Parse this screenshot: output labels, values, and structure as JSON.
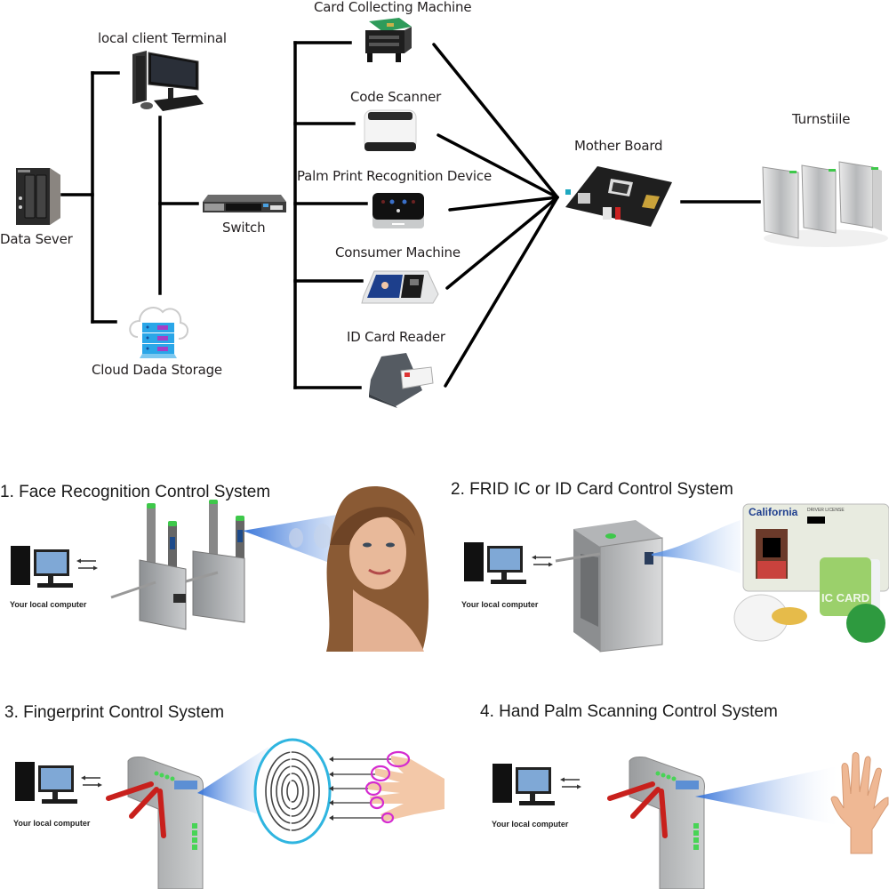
{
  "topology": {
    "nodes": {
      "data_server": "Data Sever",
      "local_client_terminal": "local client Terminal",
      "cloud_storage": "Cloud Dada Storage",
      "switch": "Switch",
      "card_collecting_machine": "Card Collecting Machine",
      "code_scanner": "Code Scanner",
      "palm_print_device": "Palm Print Recognition Device",
      "consumer_machine": "Consumer Machine",
      "id_card_reader": "ID Card Reader",
      "mother_board": "Mother Board",
      "turnstile": "Turnstiile"
    },
    "connections": [
      [
        "Data Sever",
        "local client Terminal"
      ],
      [
        "Data Sever",
        "Cloud Dada Storage"
      ],
      [
        "local client Terminal",
        "Switch"
      ],
      [
        "Cloud Dada Storage",
        "Switch"
      ],
      [
        "Switch",
        "Card Collecting Machine"
      ],
      [
        "Switch",
        "Code Scanner"
      ],
      [
        "Switch",
        "Palm Print Recognition Device"
      ],
      [
        "Switch",
        "Consumer Machine"
      ],
      [
        "Switch",
        "ID Card Reader"
      ],
      [
        "Card Collecting Machine",
        "Mother Board"
      ],
      [
        "Code Scanner",
        "Mother Board"
      ],
      [
        "Palm Print Recognition Device",
        "Mother Board"
      ],
      [
        "Consumer Machine",
        "Mother Board"
      ],
      [
        "ID Card Reader",
        "Mother Board"
      ],
      [
        "Mother Board",
        "Turnstiile"
      ]
    ]
  },
  "systems": [
    {
      "title": "1. Face Recognition Control System",
      "computer_caption": "Your local computer",
      "subject": "face",
      "gate": "tripod-turnstile-with-face-terminals"
    },
    {
      "title": "2. FRID IC or ID Card Control System",
      "computer_caption": "Your local computer",
      "subject": "cards",
      "card_text": "California",
      "card_sub": "DRIVER LICENSE",
      "ic_label": "IC CARD",
      "gate": "tripod-turnstile"
    },
    {
      "title": "3. Fingerprint Control System",
      "computer_caption": "Your local computer",
      "subject": "fingerprint",
      "gate": "tripod-turnstile-red-arms"
    },
    {
      "title": "4. Hand Palm Scanning Control System",
      "computer_caption": "Your local computer",
      "subject": "hand",
      "gate": "tripod-turnstile-red-arms"
    }
  ],
  "colors": {
    "line": "#000000",
    "scan_beam": "#3a78d8",
    "indicator_green": "#3ec84a",
    "arm_red": "#c8201c",
    "ring_magenta": "#d42bd0",
    "fingerprint_ring": "#2fb5e0"
  }
}
